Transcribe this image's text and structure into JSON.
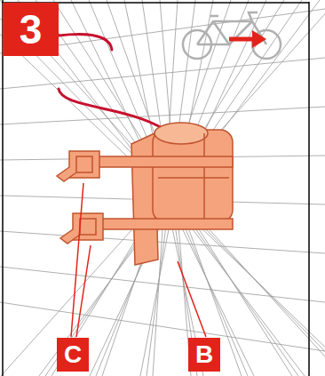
{
  "diagram": {
    "labels": [
      "3",
      "C",
      "B"
    ]
  }
}
